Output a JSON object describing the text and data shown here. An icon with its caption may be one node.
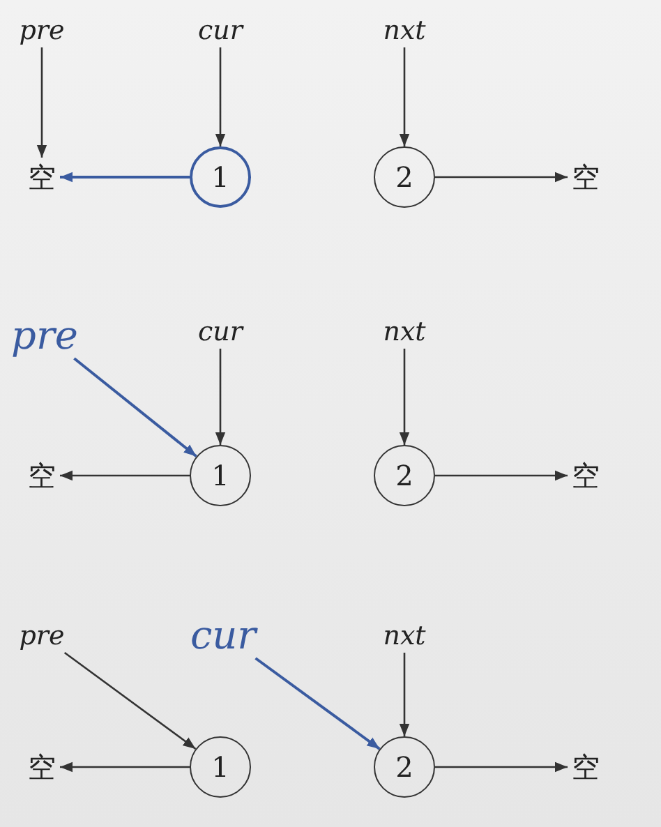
{
  "diagram": {
    "nodes": [
      {
        "text": [
          "pre"
        ]
      },
      {
        "text": [
          "cur"
        ]
      },
      {
        "text": [
          "nxt"
        ]
      },
      {
        "text": [
          "空"
        ]
      },
      {
        "text": [
          "1"
        ]
      },
      {
        "text": [
          "2"
        ]
      },
      {
        "text": [
          "空"
        ]
      },
      {
        "text": [
          "pre"
        ]
      },
      {
        "text": [
          "cur"
        ]
      },
      {
        "text": [
          "nxt"
        ]
      },
      {
        "text": [
          "空"
        ]
      },
      {
        "text": [
          "1"
        ]
      },
      {
        "text": [
          "2"
        ]
      },
      {
        "text": [
          "空"
        ]
      },
      {
        "text": [
          "pre"
        ]
      },
      {
        "text": [
          "cur"
        ]
      },
      {
        "text": [
          "nxt"
        ]
      },
      {
        "text": [
          "空"
        ]
      },
      {
        "text": [
          "1"
        ]
      },
      {
        "text": [
          "2"
        ]
      },
      {
        "text": [
          "空"
        ]
      }
    ],
    "edges": [
      {
        "from": 0,
        "to": 3,
        "arrow": "to"
      },
      {
        "from": 1,
        "to": 4,
        "arrow": "to"
      },
      {
        "from": 2,
        "to": 5,
        "arrow": "to"
      },
      {
        "from": 4,
        "to": 3,
        "arrow": "to",
        "color": "#3a5ba0"
      },
      {
        "from": 5,
        "to": 6,
        "arrow": "to"
      },
      {
        "from": 7,
        "to": 11,
        "arrow": "to",
        "color": "#3a5ba0"
      },
      {
        "from": 8,
        "to": 11,
        "arrow": "to"
      },
      {
        "from": 9,
        "to": 12,
        "arrow": "to"
      },
      {
        "from": 11,
        "to": 10,
        "arrow": "to"
      },
      {
        "from": 12,
        "to": 13,
        "arrow": "to"
      },
      {
        "from": 14,
        "to": 18,
        "arrow": "to"
      },
      {
        "from": 15,
        "to": 19,
        "arrow": "to",
        "color": "#3a5ba0"
      },
      {
        "from": 16,
        "to": 19,
        "arrow": "to"
      },
      {
        "from": 18,
        "to": 17,
        "arrow": "to"
      },
      {
        "from": 19,
        "to": 20,
        "arrow": "to"
      }
    ]
  }
}
